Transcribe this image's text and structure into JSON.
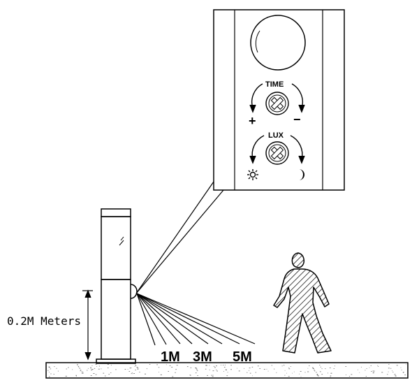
{
  "labels": {
    "time": "TIME",
    "lux": "LUX",
    "plus": "+",
    "minus": "−",
    "height": "0.2M Meters",
    "d1": "1M",
    "d3": "3M",
    "d5": "5M"
  },
  "icons": {
    "time_dial": "cross-screw-dial-icon",
    "lux_dial": "cross-screw-dial-icon",
    "sun": "sun-icon",
    "moon": "moon-icon"
  },
  "colors": {
    "line": "#000000",
    "background": "#ffffff",
    "ground_speckle": "#555555"
  }
}
